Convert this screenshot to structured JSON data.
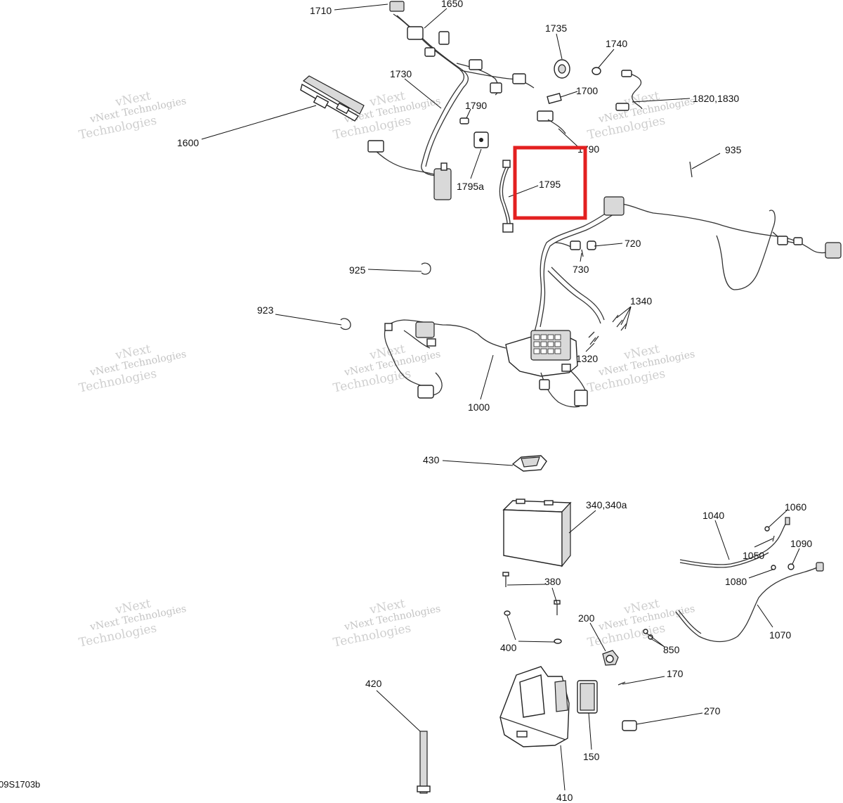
{
  "diagram": {
    "labels": {
      "p1710": "1710",
      "p1650": "1650",
      "p1735": "1735",
      "p1740": "1740",
      "p1730": "1730",
      "p1700": "1700",
      "p1820_1830": "1820,1830",
      "p1790": "1790",
      "p1790b": "1790",
      "p1600": "1600",
      "p1795a": "1795a",
      "p1795": "1795",
      "p935": "935",
      "p720": "720",
      "p730": "730",
      "p925": "925",
      "p1340": "1340",
      "p923": "923",
      "p1320": "1320",
      "p1000": "1000",
      "p430": "430",
      "p340_340a": "340,340a",
      "p1040": "1040",
      "p1060": "1060",
      "p1050": "1050",
      "p1090": "1090",
      "p380": "380",
      "p1080": "1080",
      "p200": "200",
      "p1070": "1070",
      "p400": "400",
      "p850": "850",
      "p420": "420",
      "p170": "170",
      "p270": "270",
      "p150": "150",
      "p410": "410"
    },
    "reference_code": "09S1703b",
    "watermark": {
      "line1": "vNext",
      "line2": "vNext Technologies",
      "line3": "Technologies"
    },
    "highlight_color": "#e32020"
  }
}
